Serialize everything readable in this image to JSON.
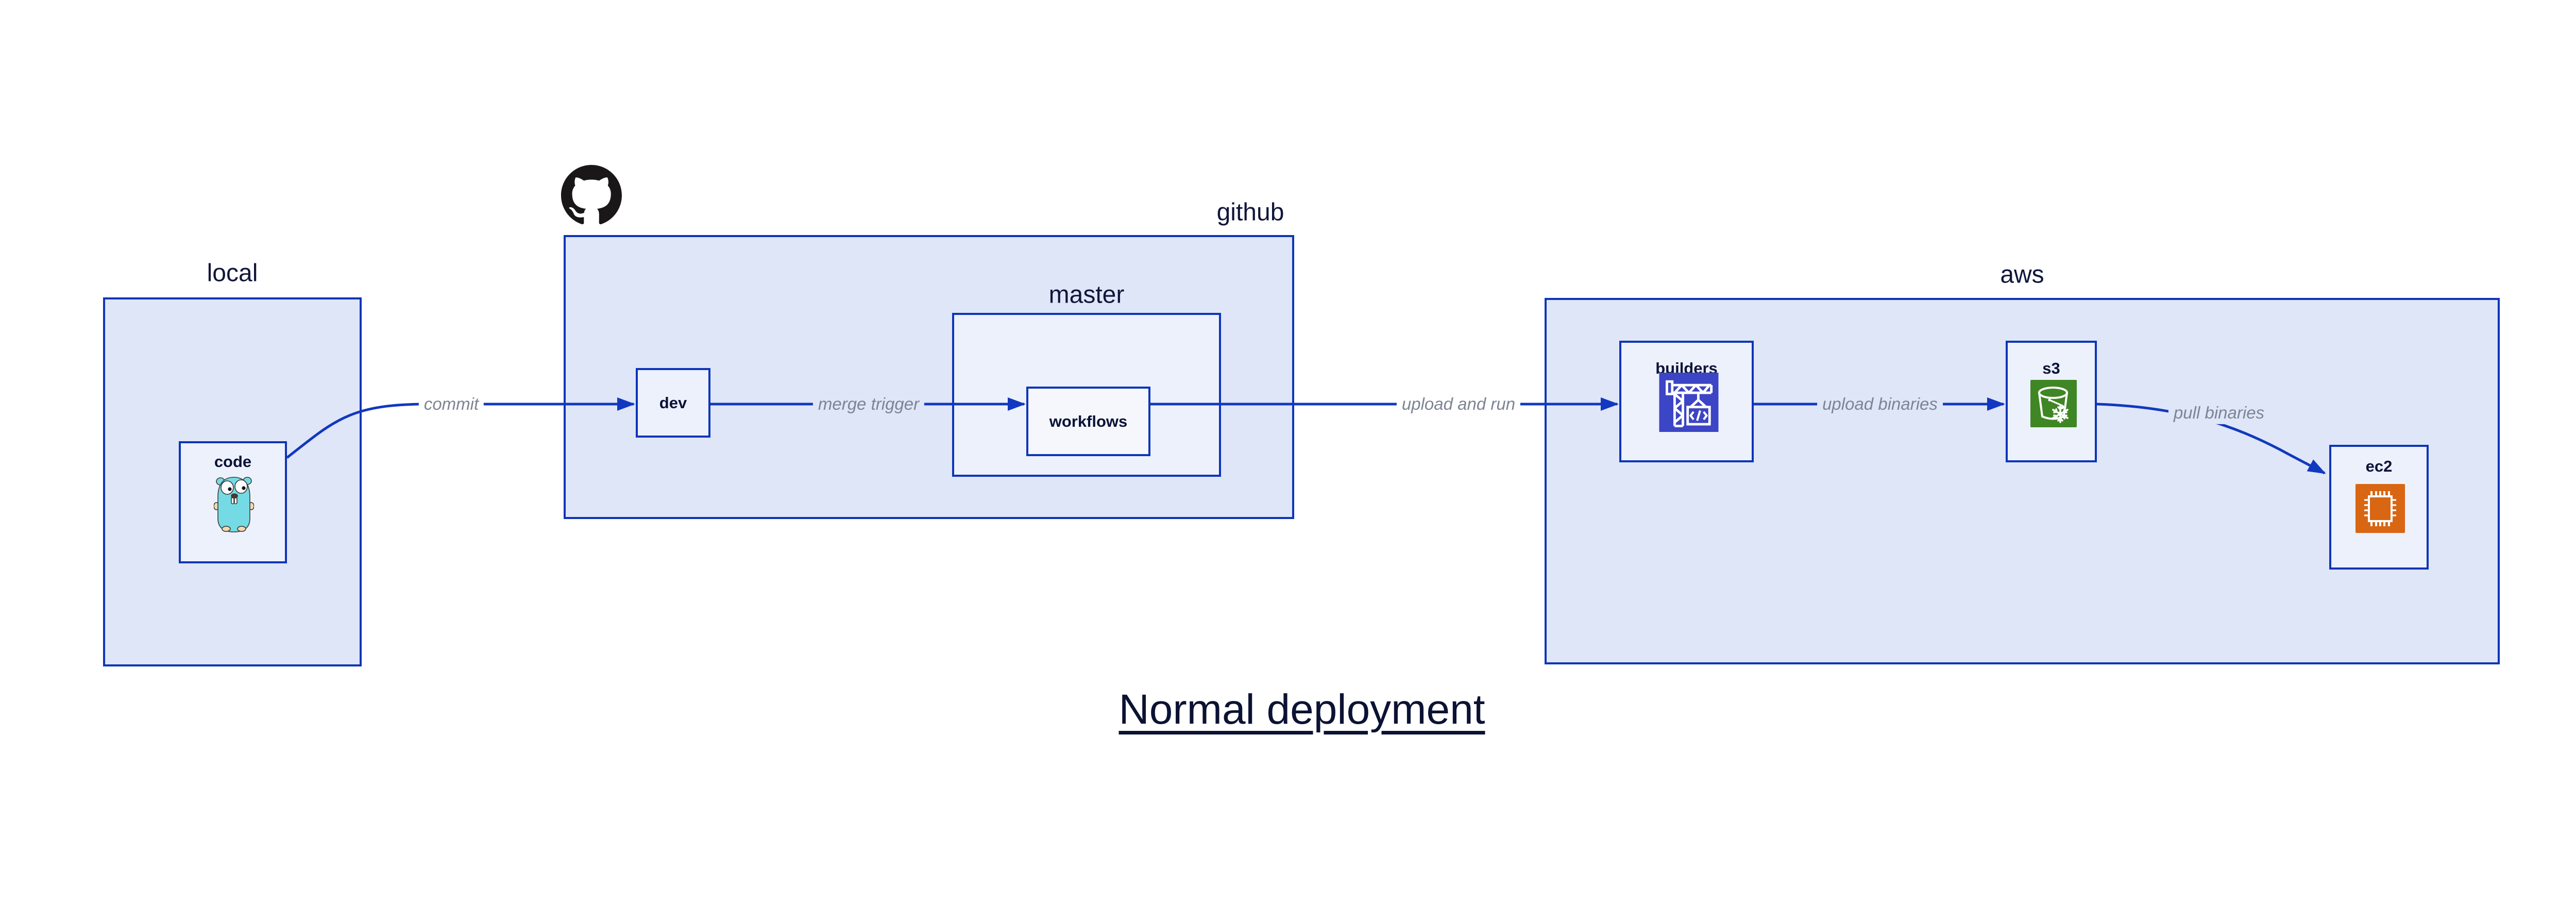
{
  "diagram": {
    "title": "Normal deployment",
    "containers": {
      "local": {
        "label": "local"
      },
      "github": {
        "label": "github"
      },
      "master": {
        "label": "master"
      },
      "aws": {
        "label": "aws"
      }
    },
    "nodes": {
      "code": {
        "label": "code"
      },
      "dev": {
        "label": "dev"
      },
      "workflows": {
        "label": "workflows"
      },
      "builders": {
        "label": "builders"
      },
      "s3": {
        "label": "s3"
      },
      "ec2": {
        "label": "ec2"
      }
    },
    "edges": [
      {
        "from": "code",
        "to": "dev",
        "label": "commit"
      },
      {
        "from": "dev",
        "to": "workflows",
        "label": "merge trigger"
      },
      {
        "from": "workflows",
        "to": "builders",
        "label": "upload and run"
      },
      {
        "from": "builders",
        "to": "s3",
        "label": "upload binaries"
      },
      {
        "from": "s3",
        "to": "ec2",
        "label": "pull binaries"
      }
    ],
    "icons": {
      "github": "github-octocat",
      "code": "go-gopher",
      "builders": "aws-codebuild-crane",
      "s3": "aws-s3-glacier-bucket-snowflake",
      "ec2": "aws-ec2-chip"
    },
    "colors": {
      "border_blue": "#0d35b8",
      "arrow_blue": "#1138bf",
      "container_fill": "#dfe6f8",
      "node_fill": "#edf1fc",
      "inner_node_fill": "#f5f7fd",
      "label_dark": "#10163a",
      "edge_label_gray": "#7d8494",
      "octocat_black": "#191717",
      "codebuild_bg": "#3c45c5",
      "s3_bg": "#3f8624",
      "ec2_bg": "#d86613",
      "gopher_teal": "#74dbe4"
    }
  }
}
